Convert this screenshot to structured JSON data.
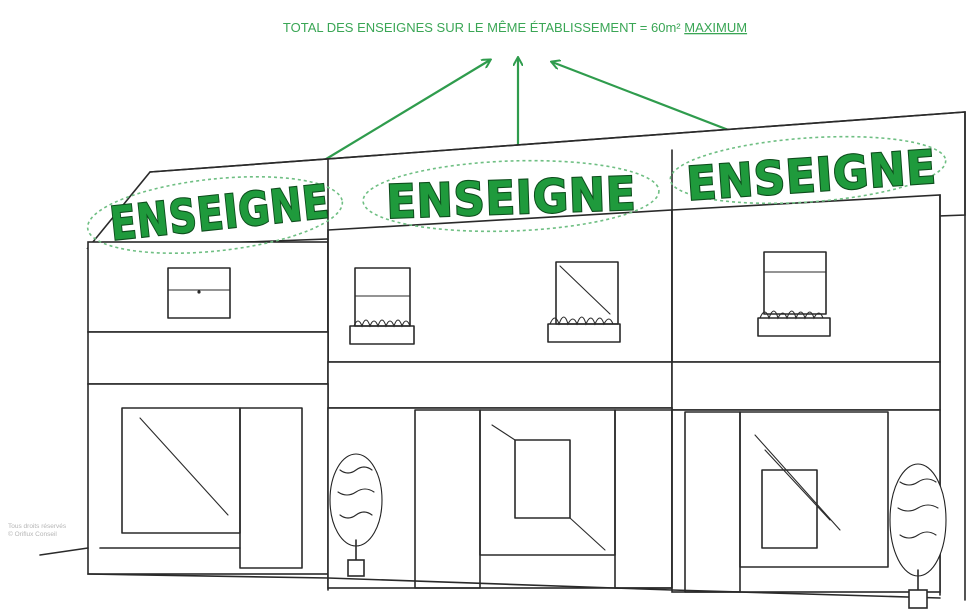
{
  "headline": {
    "text": "TOTAL DES ENSEIGNES SUR LE MÊME ÉTABLISSEMENT = 60m² ",
    "emphasis": "MAXIMUM"
  },
  "signs": [
    {
      "label": "ENSEIGNE"
    },
    {
      "label": "ENSEIGNE"
    },
    {
      "label": "ENSEIGNE"
    }
  ],
  "copyright": {
    "line1": "Tous droits réservés",
    "line2": "© Oriflux Conseil"
  },
  "colors": {
    "sign_fill": "#1f9a3c",
    "sign_outline": "#0d4d1c",
    "arrow": "#2f9c4d",
    "headline": "#3aa655",
    "ellipse": "#6fbf83",
    "sketch_line": "#2a2a2a"
  }
}
